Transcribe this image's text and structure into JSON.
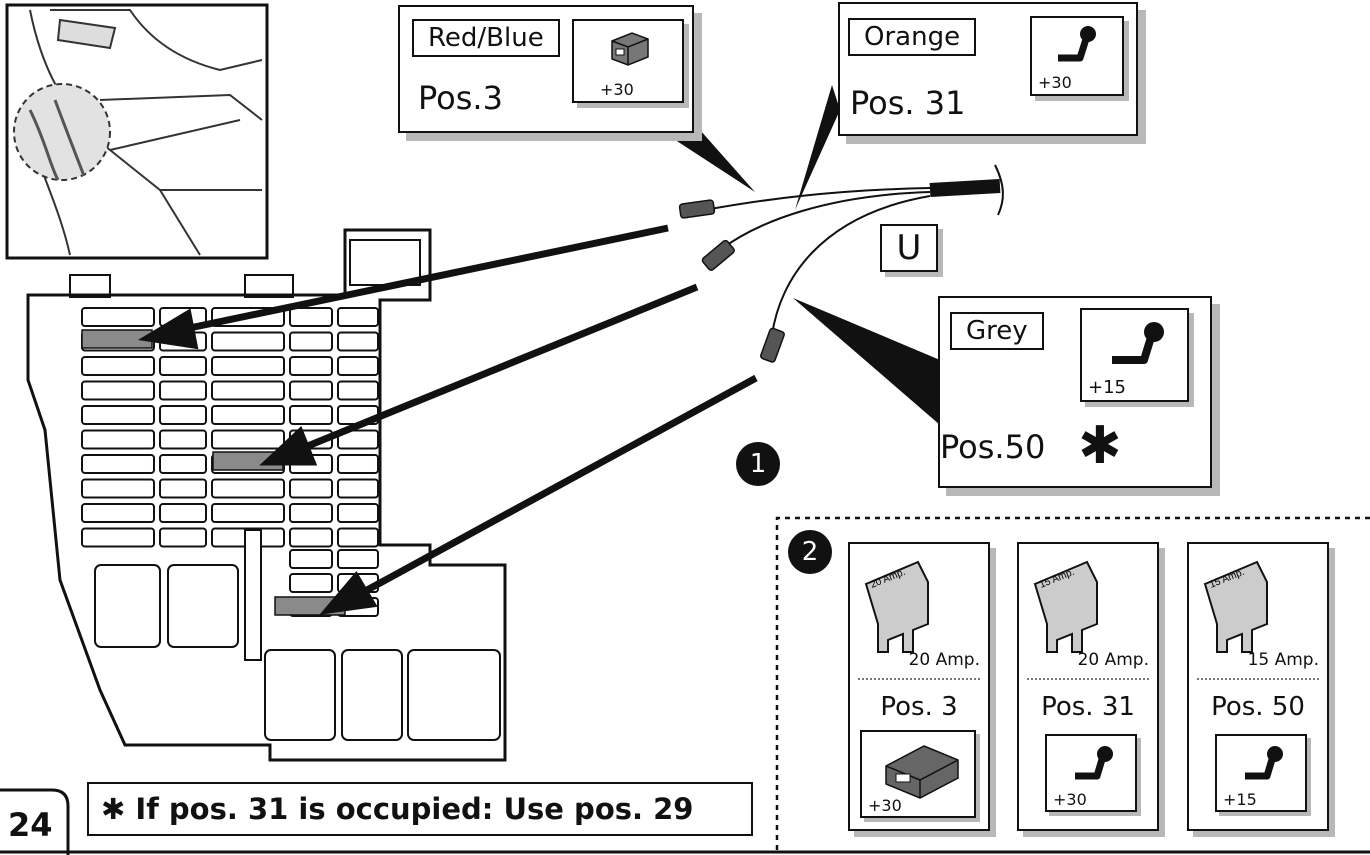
{
  "labels": {
    "red_blue": {
      "color": "Red/Blue",
      "position": "Pos.3",
      "voltage": "+30"
    },
    "orange": {
      "color": "Orange",
      "position": "Pos. 31",
      "voltage": "+30"
    },
    "grey": {
      "color": "Grey",
      "position": "Pos.50",
      "voltage": "+15"
    }
  },
  "u_label": "U",
  "steps": [
    "1",
    "2"
  ],
  "fuses": [
    {
      "stamp": "20 Amp.",
      "amp_label": "20 Amp.",
      "position": "Pos. 3",
      "voltage": "+30",
      "icon": "module-icon"
    },
    {
      "stamp": "15 Amp.",
      "amp_label": "20 Amp.",
      "position": "Pos. 31",
      "voltage": "+30",
      "icon": "wire-lead-icon"
    },
    {
      "stamp": "15 Amp.",
      "amp_label": "15 Amp.",
      "position": "Pos. 50",
      "voltage": "+15",
      "icon": "wire-lead-icon"
    }
  ],
  "footer": {
    "page_number": "24",
    "note": "If pos. 31 is occupied: Use pos. 29"
  }
}
